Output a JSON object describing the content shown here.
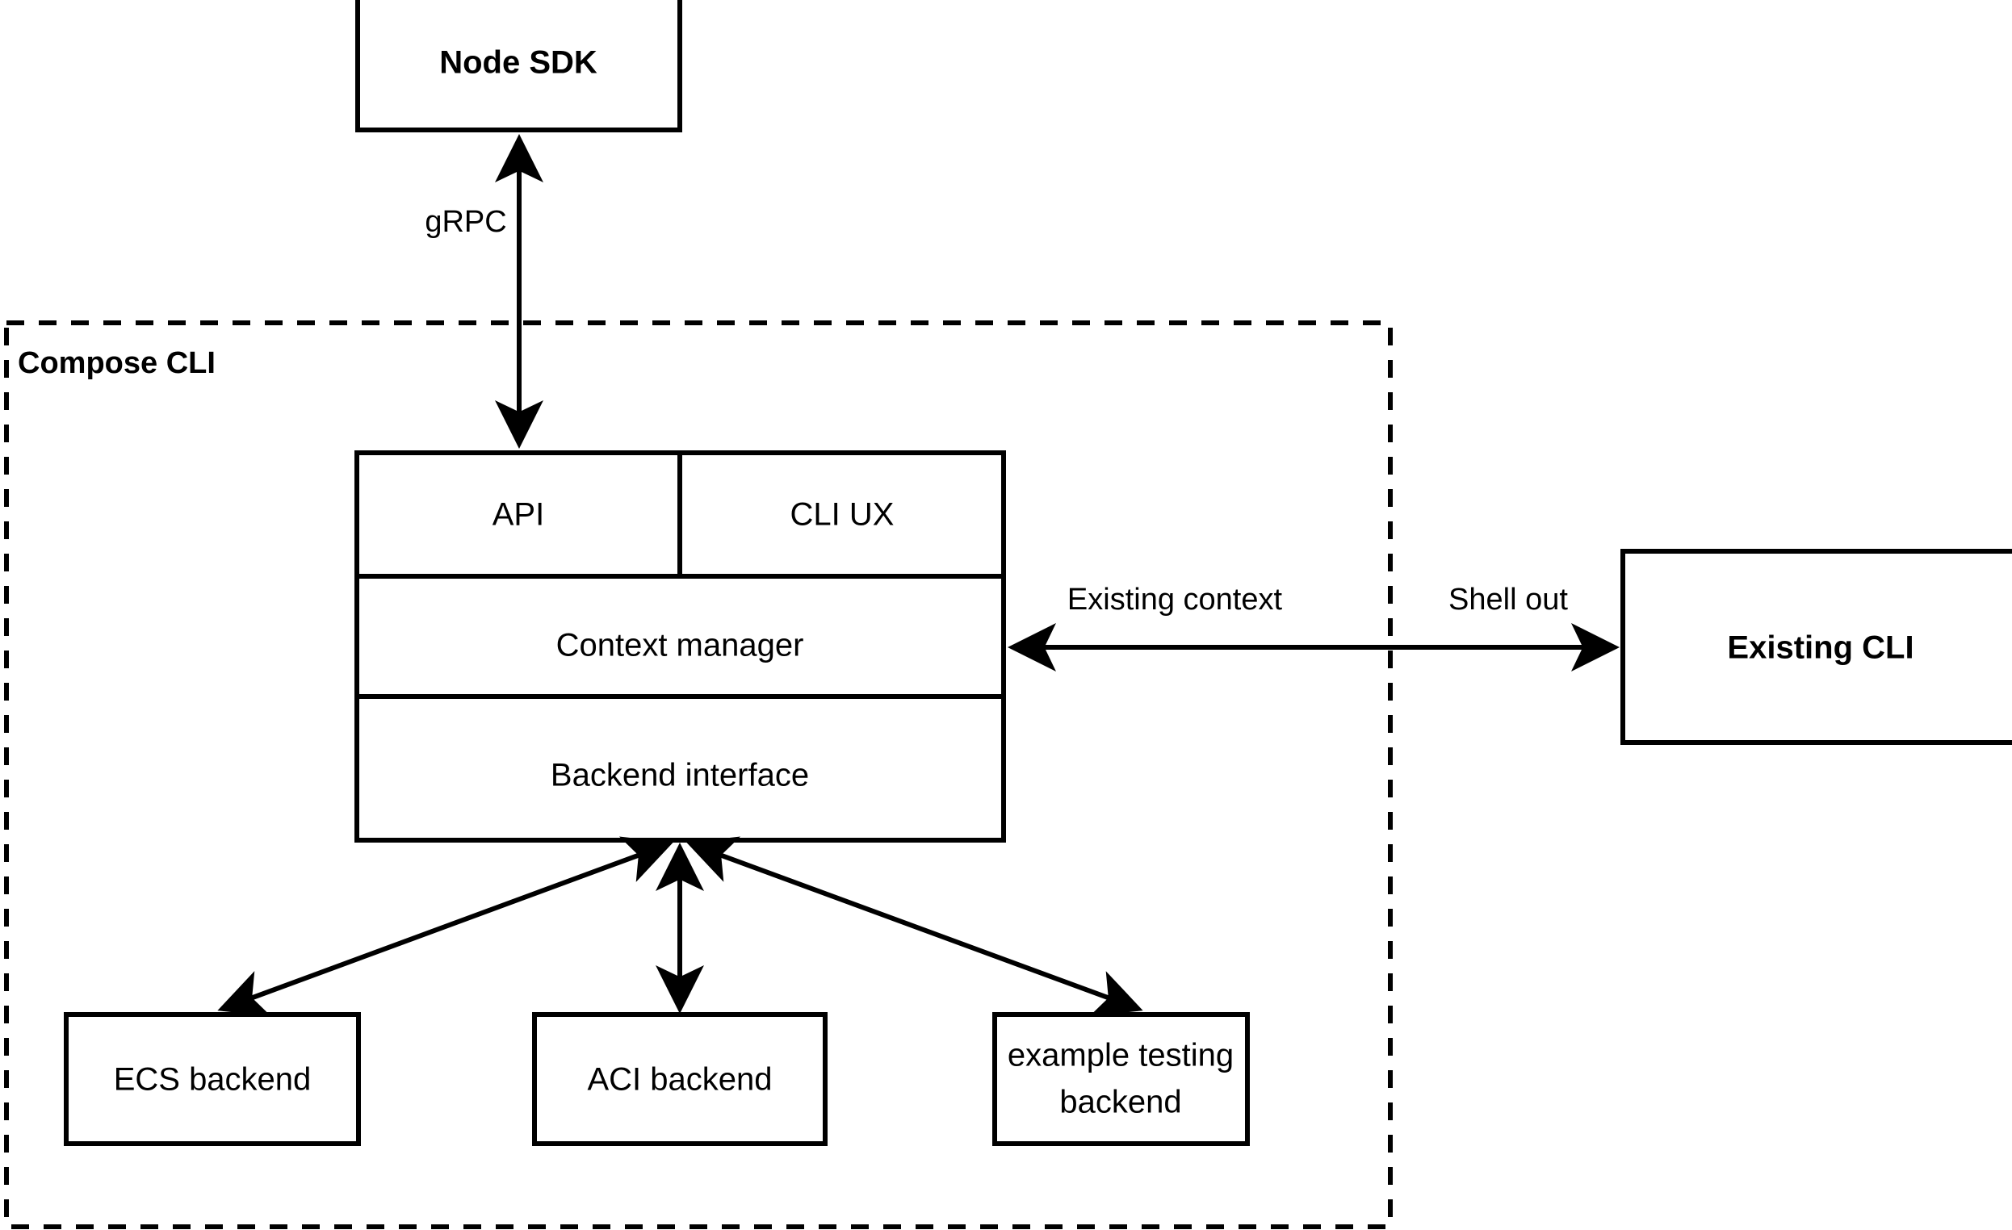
{
  "diagram": {
    "title_visible": false,
    "background_color": "#ffffff",
    "line_color": "#000000",
    "nodes": {
      "node_sdk": {
        "label": "Node SDK",
        "bold": true
      },
      "existing_cli": {
        "label": "Existing CLI",
        "bold": true
      },
      "api": {
        "label": "API",
        "bold": false
      },
      "cli_ux": {
        "label": "CLI UX",
        "bold": false
      },
      "context_manager": {
        "label": "Context manager",
        "bold": false
      },
      "backend_interface": {
        "label": "Backend interface",
        "bold": false
      },
      "ecs_backend": {
        "label": "ECS backend",
        "bold": false
      },
      "aci_backend": {
        "label": "ACI backend",
        "bold": false
      },
      "example_testing_backend": {
        "label_line1": "example testing",
        "label_line2": "backend",
        "bold": false
      }
    },
    "group": {
      "label": "Compose CLI",
      "style": "dashed"
    },
    "edges": {
      "grpc": {
        "label": "gRPC",
        "arrows": "both"
      },
      "existing_context": {
        "label": "Existing context",
        "arrows": "both"
      },
      "shell_out": {
        "label": "Shell out",
        "arrows": "both"
      },
      "to_ecs": {
        "label": "",
        "arrows": "both"
      },
      "to_aci": {
        "label": "",
        "arrows": "both"
      },
      "to_example": {
        "label": "",
        "arrows": "both"
      }
    }
  }
}
